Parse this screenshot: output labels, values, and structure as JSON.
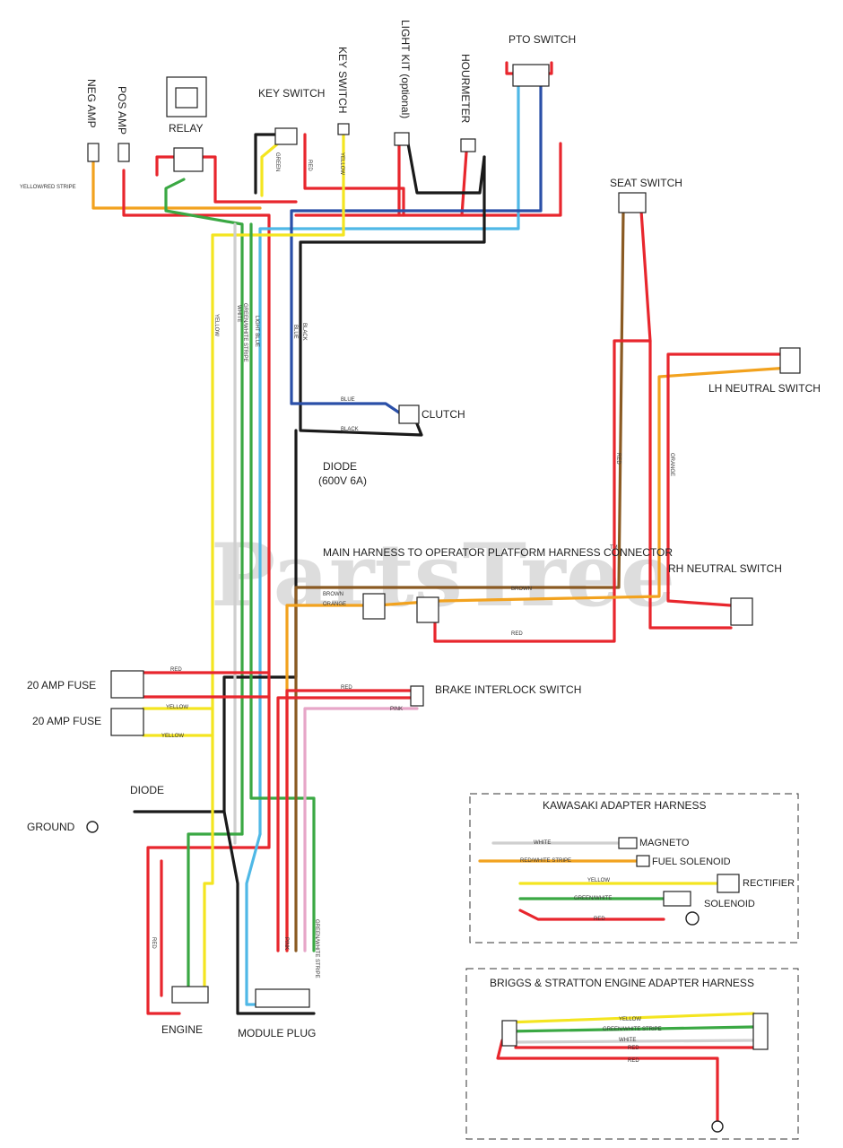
{
  "watermark": "PartsTree",
  "trademark": "TM",
  "colors": {
    "red": "#e8262d",
    "black": "#1a1a1a",
    "yellow": "#f4e520",
    "green": "#3aa843",
    "lightblue": "#4fb8e6",
    "blue": "#2a4fa8",
    "brown": "#8a5a22",
    "orange": "#f2a21e",
    "pink": "#e7a6c8",
    "white": "#cfcfcf"
  },
  "components": {
    "neg_amp": "NEG AMP",
    "pos_amp": "POS AMP",
    "relay": "RELAY",
    "key_switch_top": "KEY SWITCH",
    "key_switch_vertical": "KEY SWITCH",
    "light_kit": "LIGHT KIT (optional)",
    "hourmeter": "HOURMETER",
    "pto_switch": "PTO SWITCH",
    "seat_switch": "SEAT SWITCH",
    "lh_neutral_switch": "LH NEUTRAL SWITCH",
    "clutch": "CLUTCH",
    "diode_mid": "DIODE",
    "diode_mid_rating": "(600V 6A)",
    "main_harness": "MAIN HARNESS TO OPERATOR PLATFORM HARNESS CONNECTOR",
    "rh_neutral_switch": "RH NEUTRAL SWITCH",
    "brake_interlock": "BRAKE INTERLOCK SWITCH",
    "fuse_20a_top": "20 AMP FUSE",
    "fuse_20a_bottom": "20 AMP FUSE",
    "diode_low": "DIODE",
    "ground": "GROUND",
    "engine": "ENGINE",
    "module_plug": "MODULE PLUG"
  },
  "wire_labels": {
    "yellow_red_stripe": "YELLOW/RED STRIPE",
    "red": "RED",
    "green": "GREEN",
    "yellow": "YELLOW",
    "light_blue": "LIGHT BLUE",
    "blue": "BLUE",
    "black": "BLACK",
    "white": "WHITE",
    "green_white_stripe": "GREEN/WHITE STRIPE",
    "brown": "BROWN",
    "orange": "ORANGE",
    "pink": "PINK"
  },
  "kawasaki": {
    "title": "KAWASAKI ADAPTER HARNESS",
    "magneto": "MAGNETO",
    "fuel_solenoid": "FUEL SOLENOID",
    "rectifier": "RECTIFIER",
    "solenoid": "SOLENOID",
    "w_white": "WHITE",
    "w_redwhite": "RED/WHITE STRIPE",
    "w_yellow": "YELLOW",
    "w_greenwhite": "GREEN/WHITE",
    "w_red": "RED"
  },
  "briggs": {
    "title": "BRIGGS & STRATTON ENGINE ADAPTER HARNESS",
    "w_yellow": "YELLOW",
    "w_greenwhite": "GREEN/WHITE STRIPE",
    "w_white": "WHITE",
    "w_red1": "RED",
    "w_red2": "RED"
  }
}
